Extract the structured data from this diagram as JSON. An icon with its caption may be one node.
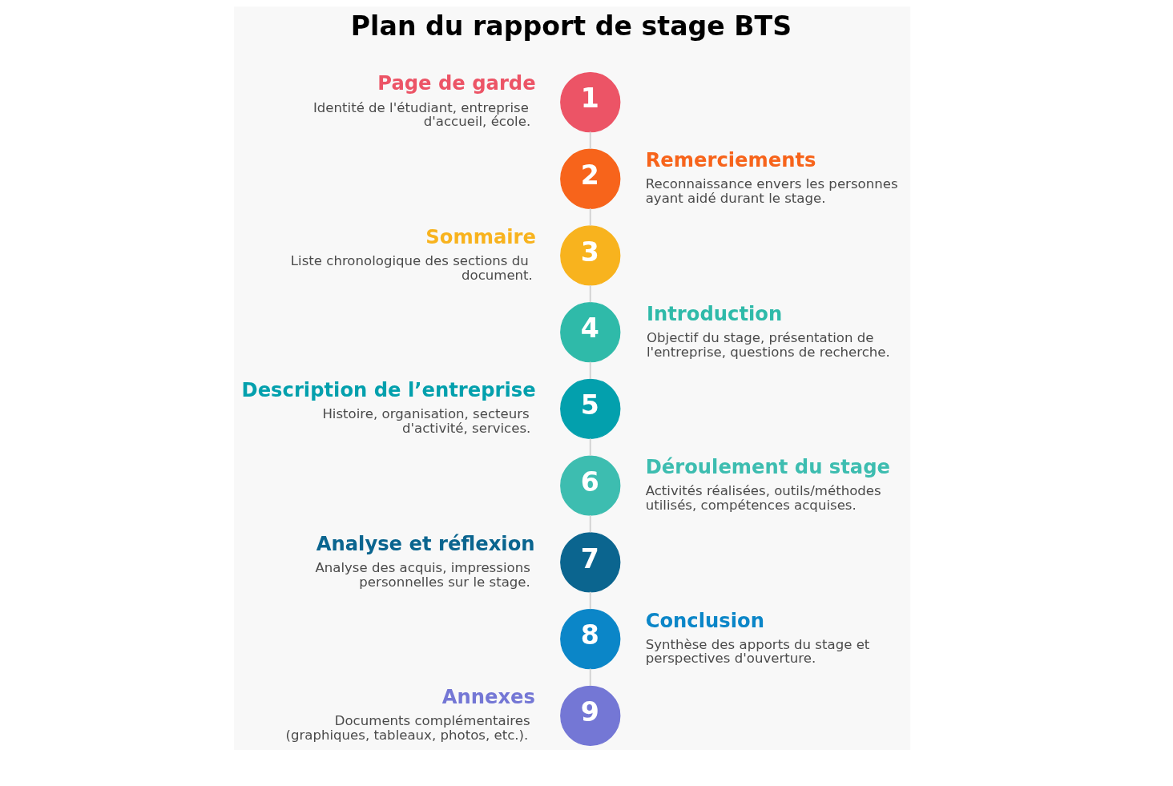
{
  "diagram": {
    "title": "Plan du rapport de stage BTS",
    "nodes": [
      {
        "text": [
          "1"
        ],
        "beside": [
          "Page de garde",
          "Identité de l'étudiant, entreprise d'accueil, école."
        ]
      },
      {
        "text": [
          "2"
        ],
        "beside": [
          "Remerciements",
          "Reconnaissance envers les personnes ayant aidé durant le stage."
        ]
      },
      {
        "text": [
          "3"
        ],
        "beside": [
          "Sommaire",
          "Liste chronologique des sections du document."
        ]
      },
      {
        "text": [
          "4"
        ],
        "beside": [
          "Introduction",
          "Objectif du stage, présentation de l'entreprise, questions de recherche."
        ]
      },
      {
        "text": [
          "5"
        ],
        "beside": [
          "Description de l’entreprise",
          "Histoire, organisation, secteurs d'activité, services."
        ]
      },
      {
        "text": [
          "6"
        ],
        "beside": [
          "Déroulement du stage",
          "Activités réalisées, outils/méthodes utilisés, compétences acquises."
        ]
      },
      {
        "text": [
          "7"
        ],
        "beside": [
          "Analyse et réflexion",
          "Analyse des acquis, impressions personnelles sur le stage."
        ]
      },
      {
        "text": [
          "8"
        ],
        "beside": [
          "Conclusion",
          "Synthèse des apports du stage et perspectives d'ouverture."
        ]
      },
      {
        "text": [
          "9"
        ],
        "beside": [
          "Annexes",
          "Documents complémentaires (graphiques, tableaux, photos, etc.)."
        ]
      }
    ],
    "edges": [
      {
        "from": 0,
        "to": 1,
        "arrow": "none"
      },
      {
        "from": 1,
        "to": 2,
        "arrow": "none"
      },
      {
        "from": 2,
        "to": 3,
        "arrow": "none"
      },
      {
        "from": 3,
        "to": 4,
        "arrow": "none"
      },
      {
        "from": 4,
        "to": 5,
        "arrow": "none"
      },
      {
        "from": 5,
        "to": 6,
        "arrow": "none"
      },
      {
        "from": 6,
        "to": 7,
        "arrow": "none"
      },
      {
        "from": 7,
        "to": 8,
        "arrow": "none"
      }
    ]
  }
}
